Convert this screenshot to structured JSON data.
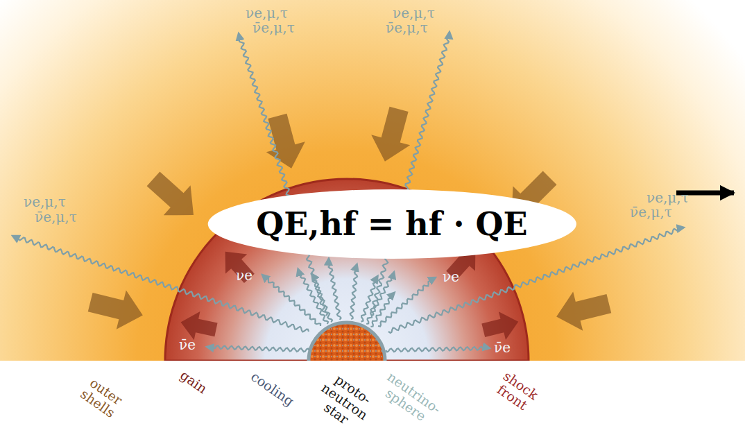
{
  "diagram": {
    "nodes": [
      {
        "text": [
          "QE,hf = hf · QE"
        ]
      }
    ],
    "labels": [
      "νe,μ,τ",
      "ν̄e,μ,τ",
      "νe,μ,τ",
      "ν̄e,μ,τ",
      "νe,μ,τ",
      "ν̄e,μ,τ",
      "νe,μ,τ",
      "ν̄e,μ,τ",
      "νe",
      "νe",
      "ν̄e",
      "ν̄e",
      "outer shells",
      "gain",
      "cooling",
      "proto-neutron star",
      "neutrino-sphere",
      "shock front"
    ]
  }
}
